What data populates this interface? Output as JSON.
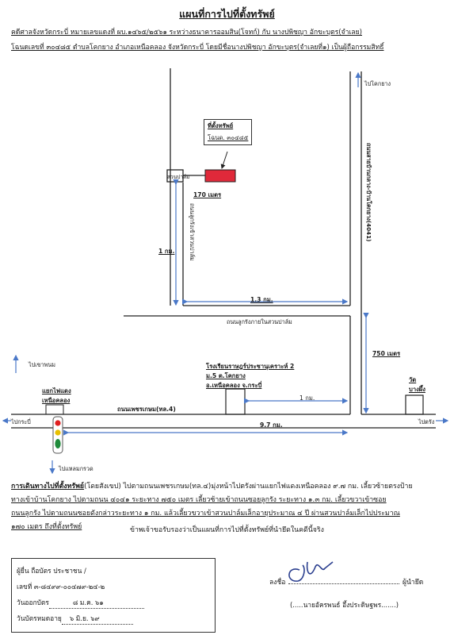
{
  "title": "แผนที่การไปที่ตั้งทรัพย์",
  "header_line1": "คดีศาลจังหวัดกระบี่ หมายเลขแดงที่ ผบ.๑๔๖๕/๒๕๖๑ ระหว่างธนาคารออมสิน(โจทก์) กับ นางปพิชญา อักขะบุตร(จำเลย)",
  "header_line2": "โฉนดเลขที่ ๓๐๔๘๕ ตำบลโคกยาง อำเภอเหนือคลอง จังหวัดกระบี่ โดยมีชื่อนางปพิชญา อักขะบุตร(จำเลยที่๑) เป็นผู้ถือกรรมสิทธิ์",
  "map": {
    "property_box": {
      "line1": "ที่ตั้งทรัพย์",
      "line2": "โฉนด. ๓๐๔๘๕"
    },
    "palm_label": "สวนปาล์ม",
    "dist_170": "170 เมตร",
    "road_soi_vertical": "ถนนลูกรังเข้าสวนปาล์ม",
    "dist_1km_left": "1 กม.",
    "dist_13km": "1.3 กม.",
    "road_soi_horizontal": "ถนนลูกรังภายในสวนปาล์ม",
    "road_4041": "ถนนสายบ้านกลาง-บ้านโคกยาง(4041)",
    "to_khokyang": "ไปโคกยาง",
    "dist_750": "750 เมตร",
    "to_khaophanom": "ไปเขาพนม",
    "junction": {
      "line1": "แยกไฟแดง",
      "line2": "เหนือคลอง"
    },
    "school": {
      "line1": "โรงเรียนราษฎร์ประชานุเคราะห์ 2",
      "line2": "ม.5 ต.โคกยาง",
      "line3": "อ.เหนือคลอง จ.กระบี่"
    },
    "dist_1km_mid": "1 กม.",
    "temple": {
      "line1": "วัด",
      "line2": "บางผึ้ง"
    },
    "highway": "ถนนเพชรเกษม(ทล.4)",
    "to_krabi": "ไปกระบี่",
    "to_trang": "ไปตรัง",
    "dist_97km": "9.7 กม.",
    "to_laemkruat": "ไปแหลมกรวด"
  },
  "route": {
    "heading": "การเดินทางไปที่ตั้งทรัพย์",
    "heading_suffix": "(โดยสังเขป)",
    "line1": " ไปตามถนนเพชรเกษม(ทล.๔)มุ่งหน้าไปตรังผ่านแยกไฟแดงเหนือคลอง ๙.๗ กม. เลี้ยวซ้ายตรงป้าย",
    "line2": "ทางเข้าบ้านโคกยาง ไปตามถนน ๔๐๔๑ ระยะทาง ๗๕๐ เมตร เลี้ยวซ้ายเข้าถนนซอยลูกรัง ระยะทาง ๑.๓ กม. เลี้ยวขวาเข้าซอย",
    "line3": "ถนนลูกรัง ไปตามถนนซอยดังกล่าวระยะทาง ๑ กม. แล้วเลี้ยวขวาเข้าสวนปาล์มเล็กอายุประมาณ ๔ ปี ผ่านสวนปาล์มเล็กไปประมาณ",
    "line4": "๑๗๐ เมตร ถึงที่ตั้งทรัพย์"
  },
  "certify": "ข้าพเจ้าขอรับรองว่าเป็นแผนที่การไปที่ตั้งทรัพย์ที่นำยึดในคดีนี้จริง",
  "id_box": {
    "row1": "ผู้ยื่น ถือบัตร ประชาชน /",
    "row2": "เลขที่ ๓-๘๔๙๙-๐๐๔๗๙-๒๔-๒",
    "row3_label": "วันออกบัตร",
    "row3_value": "๘ ม.ค. ๖๑",
    "row4_label": "วันบัตรหมดอายุ",
    "row4_value": "๖ มิ.ย. ๖๙"
  },
  "signature": {
    "sign_label": "ลงชื่อ",
    "role": "ผู้นำยึด",
    "name": "(.....นายอัครพนธ์ อึ้งประดิษฐพร.......)"
  },
  "colors": {
    "property_fill": "#e0293a",
    "traffic_red": "#e02020",
    "traffic_yellow": "#e8c000",
    "traffic_green": "#1f8a3a",
    "arrow_blue": "#4a78c8"
  }
}
